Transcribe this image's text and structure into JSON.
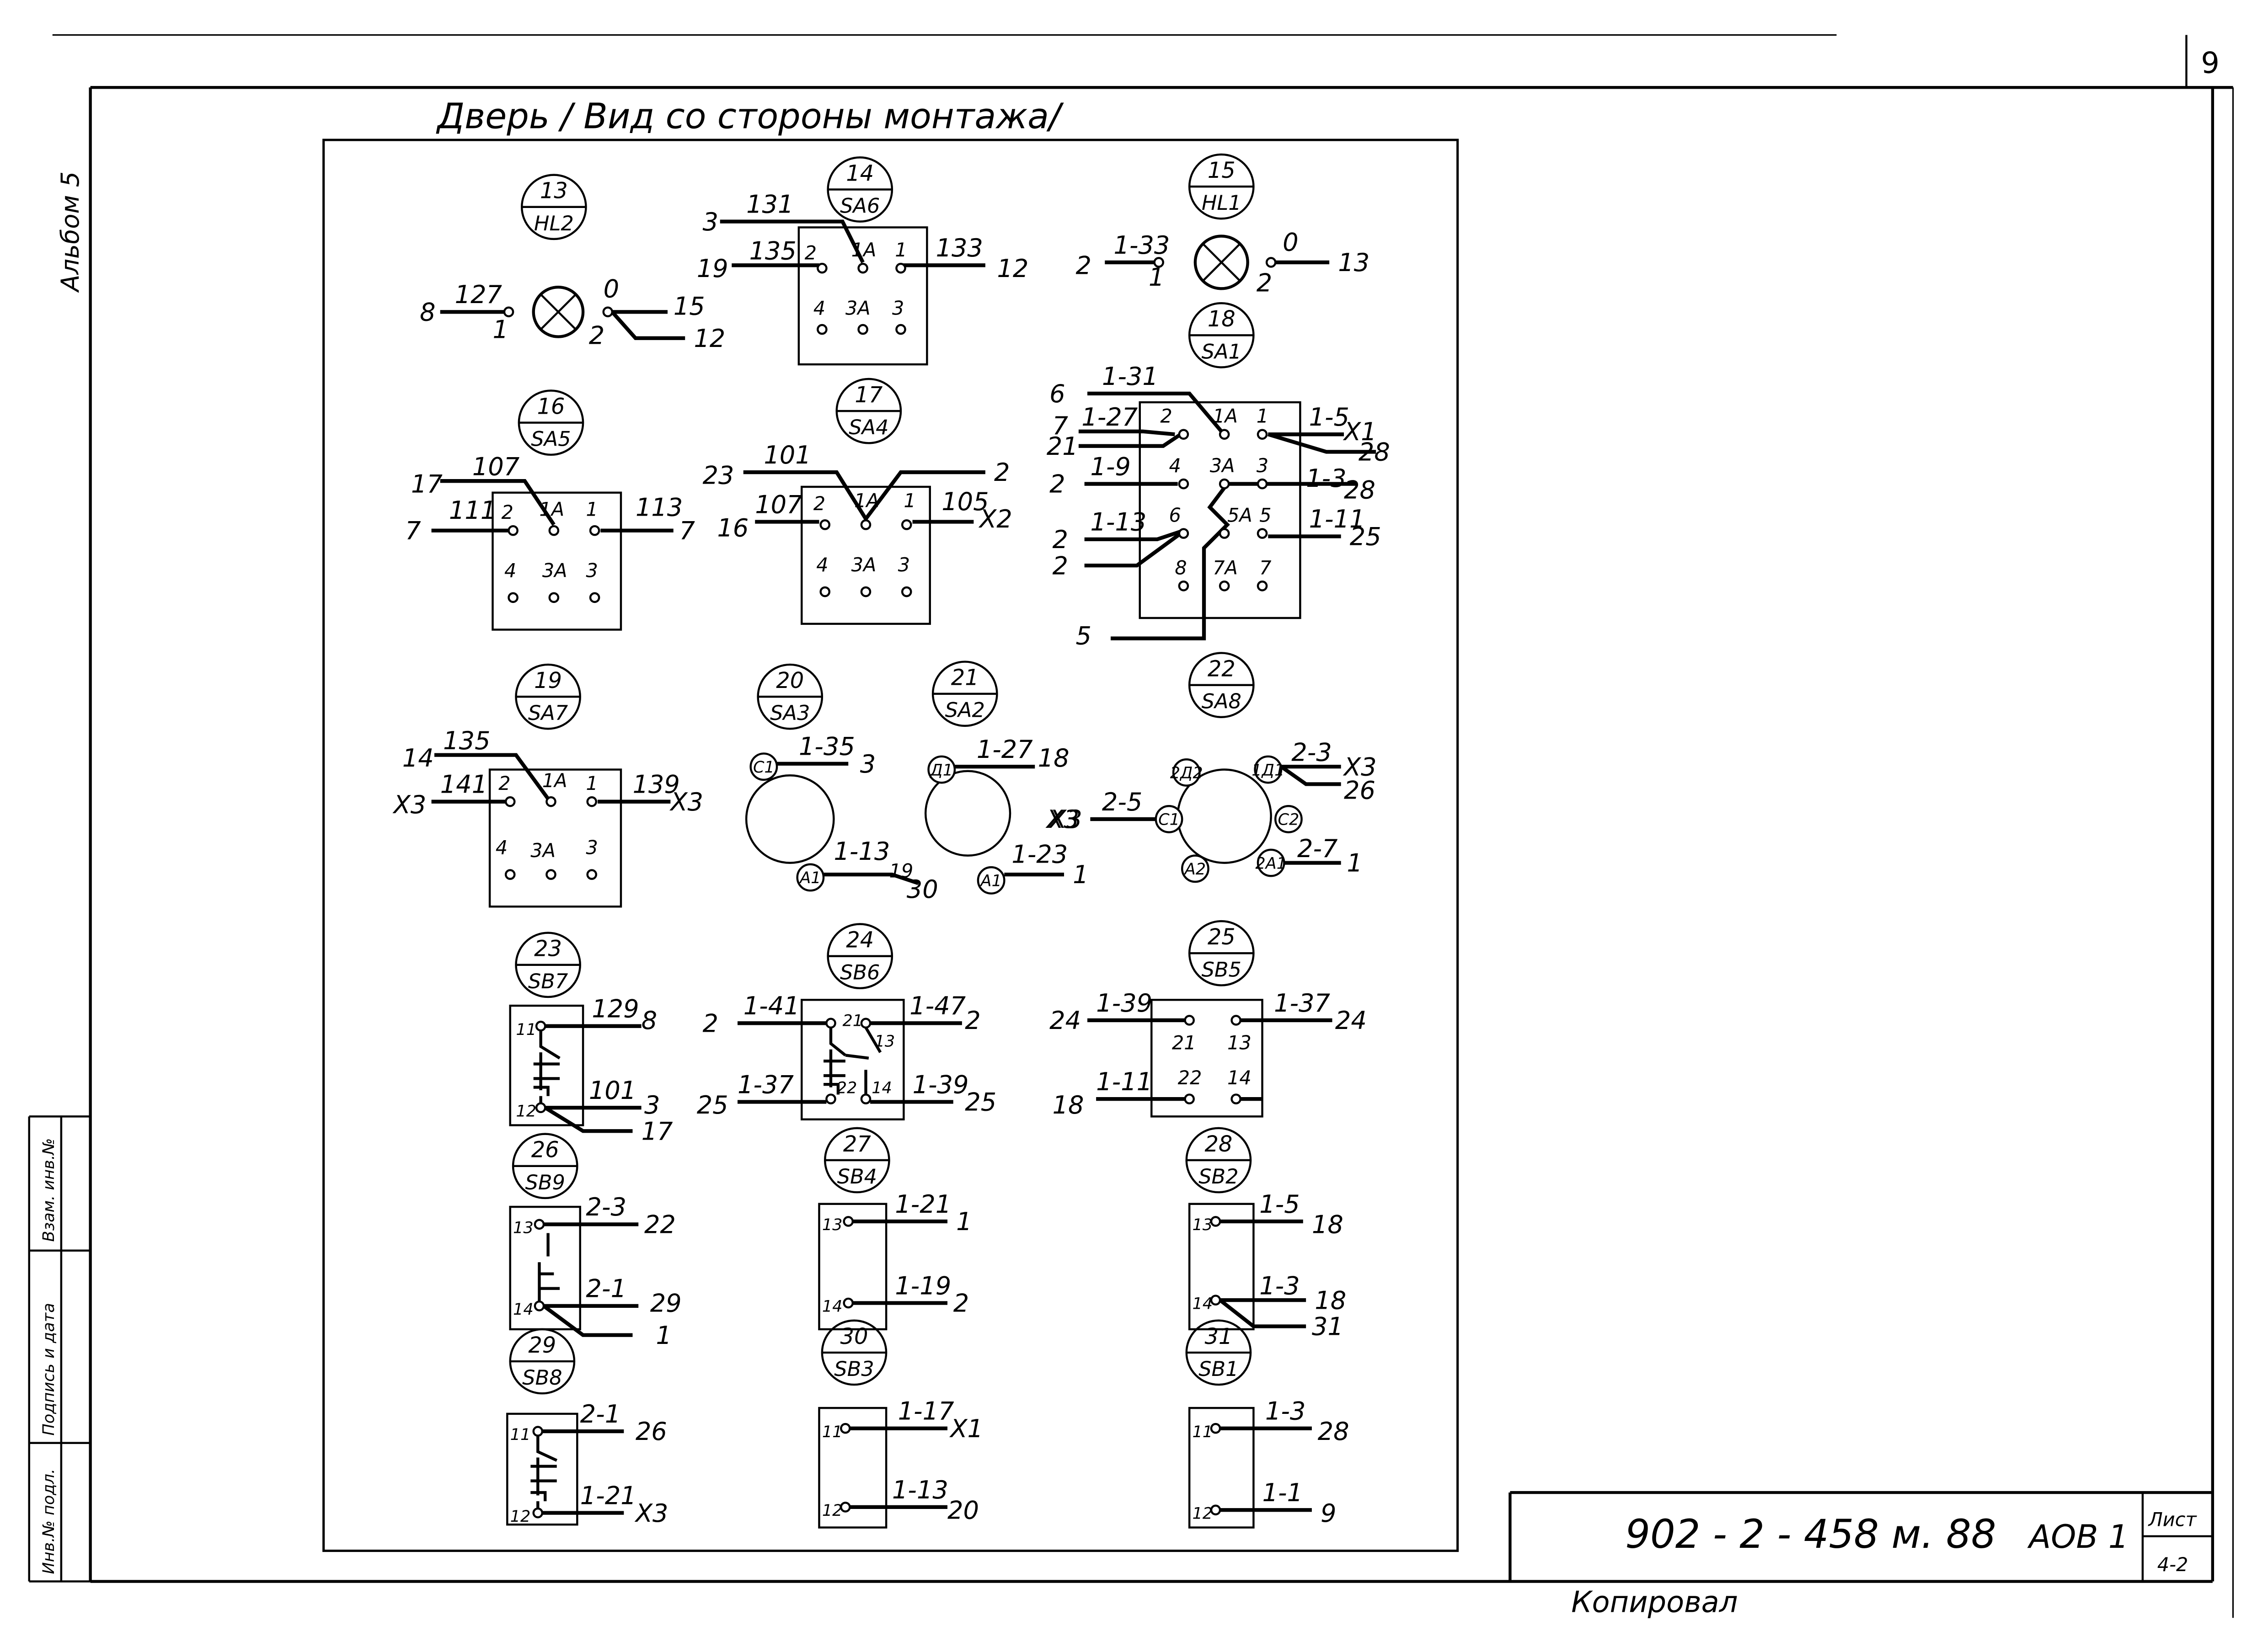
{
  "sheet": {
    "page_number": "9",
    "album": "Альбом 5",
    "title": "Дверь / Вид со стороны монтажа/",
    "document_code": "902 - 2 - 458 м. 88",
    "sheet_code": "АОВ 1",
    "list_label": "Лист",
    "list_number": "4-2",
    "copied_by": "Копировал",
    "side_stamp": [
      "Инв.№ подл.",
      "Подпись и дата",
      "Взам. инв.№"
    ]
  },
  "components": {
    "c13": {
      "num": "13",
      "ref": "HL2",
      "labels": [
        "8",
        "127",
        "1",
        "0",
        "2",
        "15",
        "12"
      ]
    },
    "c14": {
      "num": "14",
      "ref": "SA6",
      "labels": [
        "3",
        "131",
        "19",
        "135",
        "2",
        "1А",
        "1",
        "133",
        "12",
        "4",
        "3А",
        "3"
      ]
    },
    "c15": {
      "num": "15",
      "ref": "HL1",
      "labels": [
        "2",
        "1-33",
        "1",
        "0",
        "2",
        "13"
      ]
    },
    "c16": {
      "num": "16",
      "ref": "SA5",
      "labels": [
        "17",
        "107",
        "7",
        "111",
        "2",
        "1А",
        "1",
        "113",
        "7",
        "4",
        "3А",
        "3"
      ]
    },
    "c17": {
      "num": "17",
      "ref": "SA4",
      "labels": [
        "23",
        "101",
        "2",
        "16",
        "107",
        "2",
        "1А",
        "1",
        "105",
        "X2",
        "4",
        "3А",
        "3"
      ]
    },
    "c18": {
      "num": "18",
      "ref": "SA1",
      "labels": [
        "6",
        "1-31",
        "7",
        "1-27",
        "21",
        "2",
        "1А",
        "1",
        "1-5",
        "X1",
        "28",
        "2",
        "1-9",
        "4",
        "3А",
        "3",
        "1-3",
        "28",
        "2",
        "1-13",
        "6",
        "5А",
        "5",
        "1-11",
        "25",
        "2",
        "8",
        "7А",
        "7",
        "5"
      ]
    },
    "c19": {
      "num": "19",
      "ref": "SA7",
      "labels": [
        "14",
        "135",
        "X3",
        "141",
        "2",
        "1А",
        "1",
        "139",
        "X3",
        "4",
        "3А",
        "3"
      ]
    },
    "c20": {
      "num": "20",
      "ref": "SA3",
      "labels": [
        "С1",
        "1-35",
        "3",
        "1-13",
        "19",
        "А1",
        "30"
      ]
    },
    "c21": {
      "num": "21",
      "ref": "SA2",
      "labels": [
        "Д1",
        "1-27",
        "18",
        "X3",
        "1-23",
        "А1",
        "1"
      ]
    },
    "c22": {
      "num": "22",
      "ref": "SA8",
      "labels": [
        "2Д2",
        "1Д1",
        "2-3",
        "X3",
        "26",
        "X3",
        "2-5",
        "С1",
        "С2",
        "А2",
        "2А1",
        "2-7",
        "1"
      ]
    },
    "c23": {
      "num": "23",
      "ref": "SB7",
      "labels": [
        "11",
        "129",
        "8",
        "12",
        "101",
        "3",
        "17"
      ]
    },
    "c24": {
      "num": "24",
      "ref": "SB6",
      "labels": [
        "2",
        "1-41",
        "21",
        "1-47",
        "2",
        "13",
        "25",
        "1-37",
        "22",
        "14",
        "1-39",
        "25"
      ]
    },
    "c25": {
      "num": "25",
      "ref": "SB5",
      "labels": [
        "24",
        "1-39",
        "21",
        "13",
        "1-37",
        "24",
        "18",
        "1-11",
        "22",
        "14"
      ]
    },
    "c26": {
      "num": "26",
      "ref": "SB9",
      "labels": [
        "13",
        "2-3",
        "22",
        "14",
        "2-1",
        "29",
        "1"
      ]
    },
    "c27": {
      "num": "27",
      "ref": "SB4",
      "labels": [
        "13",
        "1-21",
        "1",
        "14",
        "1-19",
        "2"
      ]
    },
    "c28": {
      "num": "28",
      "ref": "SB2",
      "labels": [
        "13",
        "1-5",
        "18",
        "14",
        "1-3",
        "18",
        "31"
      ]
    },
    "c29": {
      "num": "29",
      "ref": "SB8",
      "labels": [
        "11",
        "2-1",
        "26",
        "12",
        "1-21",
        "X3"
      ]
    },
    "c30": {
      "num": "30",
      "ref": "SB3",
      "labels": [
        "11",
        "1-17",
        "X1",
        "12",
        "1-13",
        "20"
      ]
    },
    "c31": {
      "num": "31",
      "ref": "SB1",
      "labels": [
        "11",
        "1-3",
        "28",
        "12",
        "1-1",
        "9"
      ]
    }
  }
}
